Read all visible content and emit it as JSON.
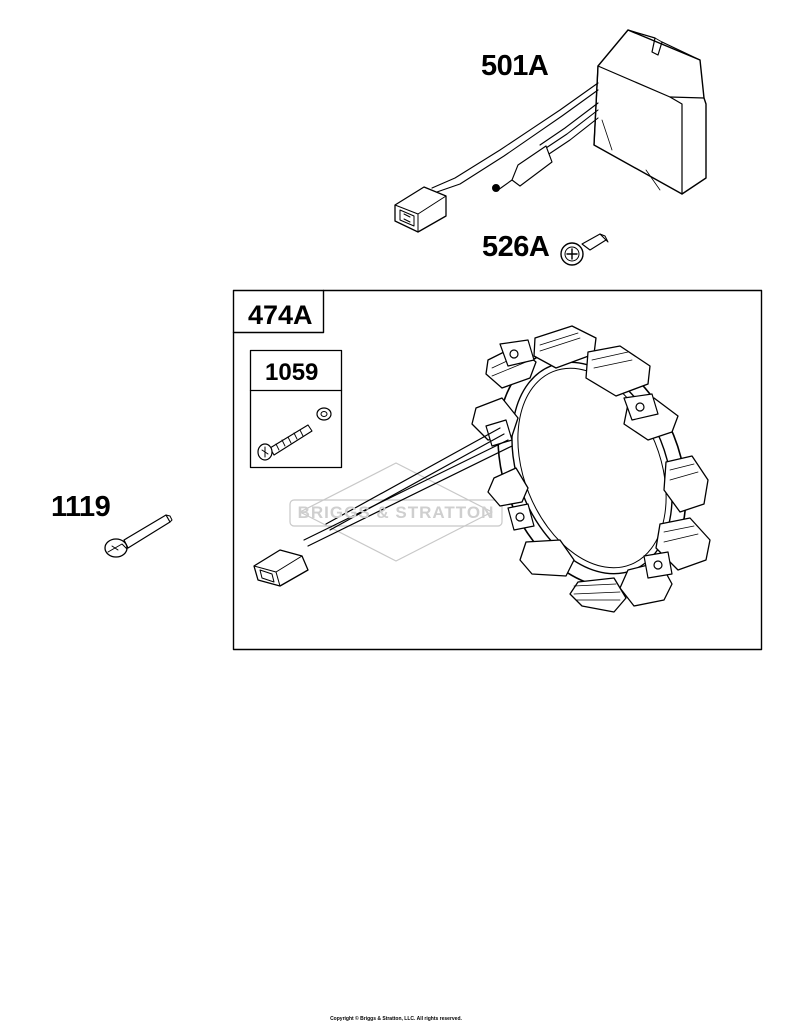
{
  "labels": {
    "regulator": "501A",
    "screw_regulator": "526A",
    "alternator_group": "474A",
    "screw_kit": "1059",
    "screw_alternator": "1119"
  },
  "watermark": "BRIGGS & STRATTON",
  "copyright": "Copyright © Briggs & Stratton, LLC. All rights reserved."
}
